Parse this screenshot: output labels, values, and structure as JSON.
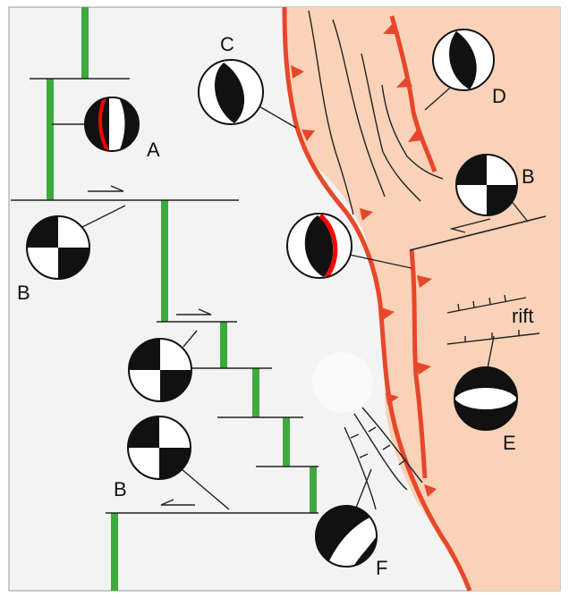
{
  "labels": {
    "A": "A",
    "B_left": "B",
    "C": "C",
    "D": "D",
    "B_right": "B",
    "B_lower": "B",
    "E": "E",
    "F": "F",
    "rift": "rift"
  },
  "colors": {
    "ocean": "#f3f3f4",
    "continent": "#f9d2b8",
    "ridge": "#3daa3d",
    "trench": "#e8462b",
    "line": "#222222",
    "beach_black": "#111111",
    "beach_white": "#ffffff",
    "nodal_plane": "#ff0000"
  },
  "beachballs": [
    {
      "id": "A",
      "type": "strike-slip-lune",
      "red_nodal_plane": true
    },
    {
      "id": "B-upper-left",
      "type": "strike-slip-quadrant"
    },
    {
      "id": "C",
      "type": "thrust-lens"
    },
    {
      "id": "D",
      "type": "thrust-lens"
    },
    {
      "id": "B-right",
      "type": "strike-slip-quadrant"
    },
    {
      "id": "center",
      "type": "thrust-lens",
      "red_nodal_plane": true
    },
    {
      "id": "B-mid",
      "type": "strike-slip-quadrant"
    },
    {
      "id": "B-lower",
      "type": "strike-slip-quadrant"
    },
    {
      "id": "E",
      "type": "normal-horizontal"
    },
    {
      "id": "F",
      "type": "strike-slip-diagonal"
    }
  ]
}
